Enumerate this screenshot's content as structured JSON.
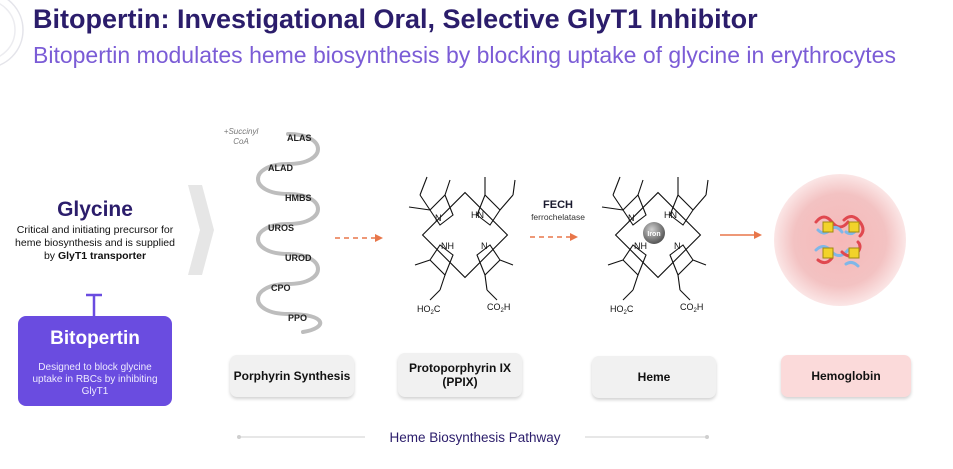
{
  "header": {
    "title": "Bitopertin: Investigational Oral, Selective GlyT1 Inhibitor",
    "subtitle": "Bitopertin modulates heme biosynthesis by blocking uptake of glycine in erythrocytes"
  },
  "glycine": {
    "title": "Glycine",
    "desc_before": "Critical and initiating precursor for heme biosynthesis and is supplied by ",
    "desc_bold": "GlyT1 transporter"
  },
  "bitopertin": {
    "title": "Bitopertin",
    "desc": "Designed to block glycine uptake in RBCs by inhibiting GlyT1"
  },
  "porphyrin": {
    "precursor": "+Succinyl CoA",
    "enzymes": [
      "ALAS",
      "ALAD",
      "HMBS",
      "UROS",
      "UROD",
      "CPO",
      "PPO"
    ]
  },
  "fech": {
    "title": "FECH",
    "sub": "ferrochelatase"
  },
  "molecule": {
    "hn": "HN",
    "nh": "NH",
    "n": "N",
    "iron": "Iron"
  },
  "labels": {
    "porphyrin": "Porphyrin Synthesis",
    "ppix": "Protoporphyrin IX (PPIX)",
    "heme": "Heme",
    "hemoglobin": "Hemoglobin"
  },
  "pathway": "Heme Biosynthesis Pathway",
  "colors": {
    "title": "#2b1d6b",
    "subtitle": "#7b5cd6",
    "bitopertin": "#6a4ce0",
    "arrow": "#e8764a",
    "hemoglobin_box": "#fbdada"
  }
}
